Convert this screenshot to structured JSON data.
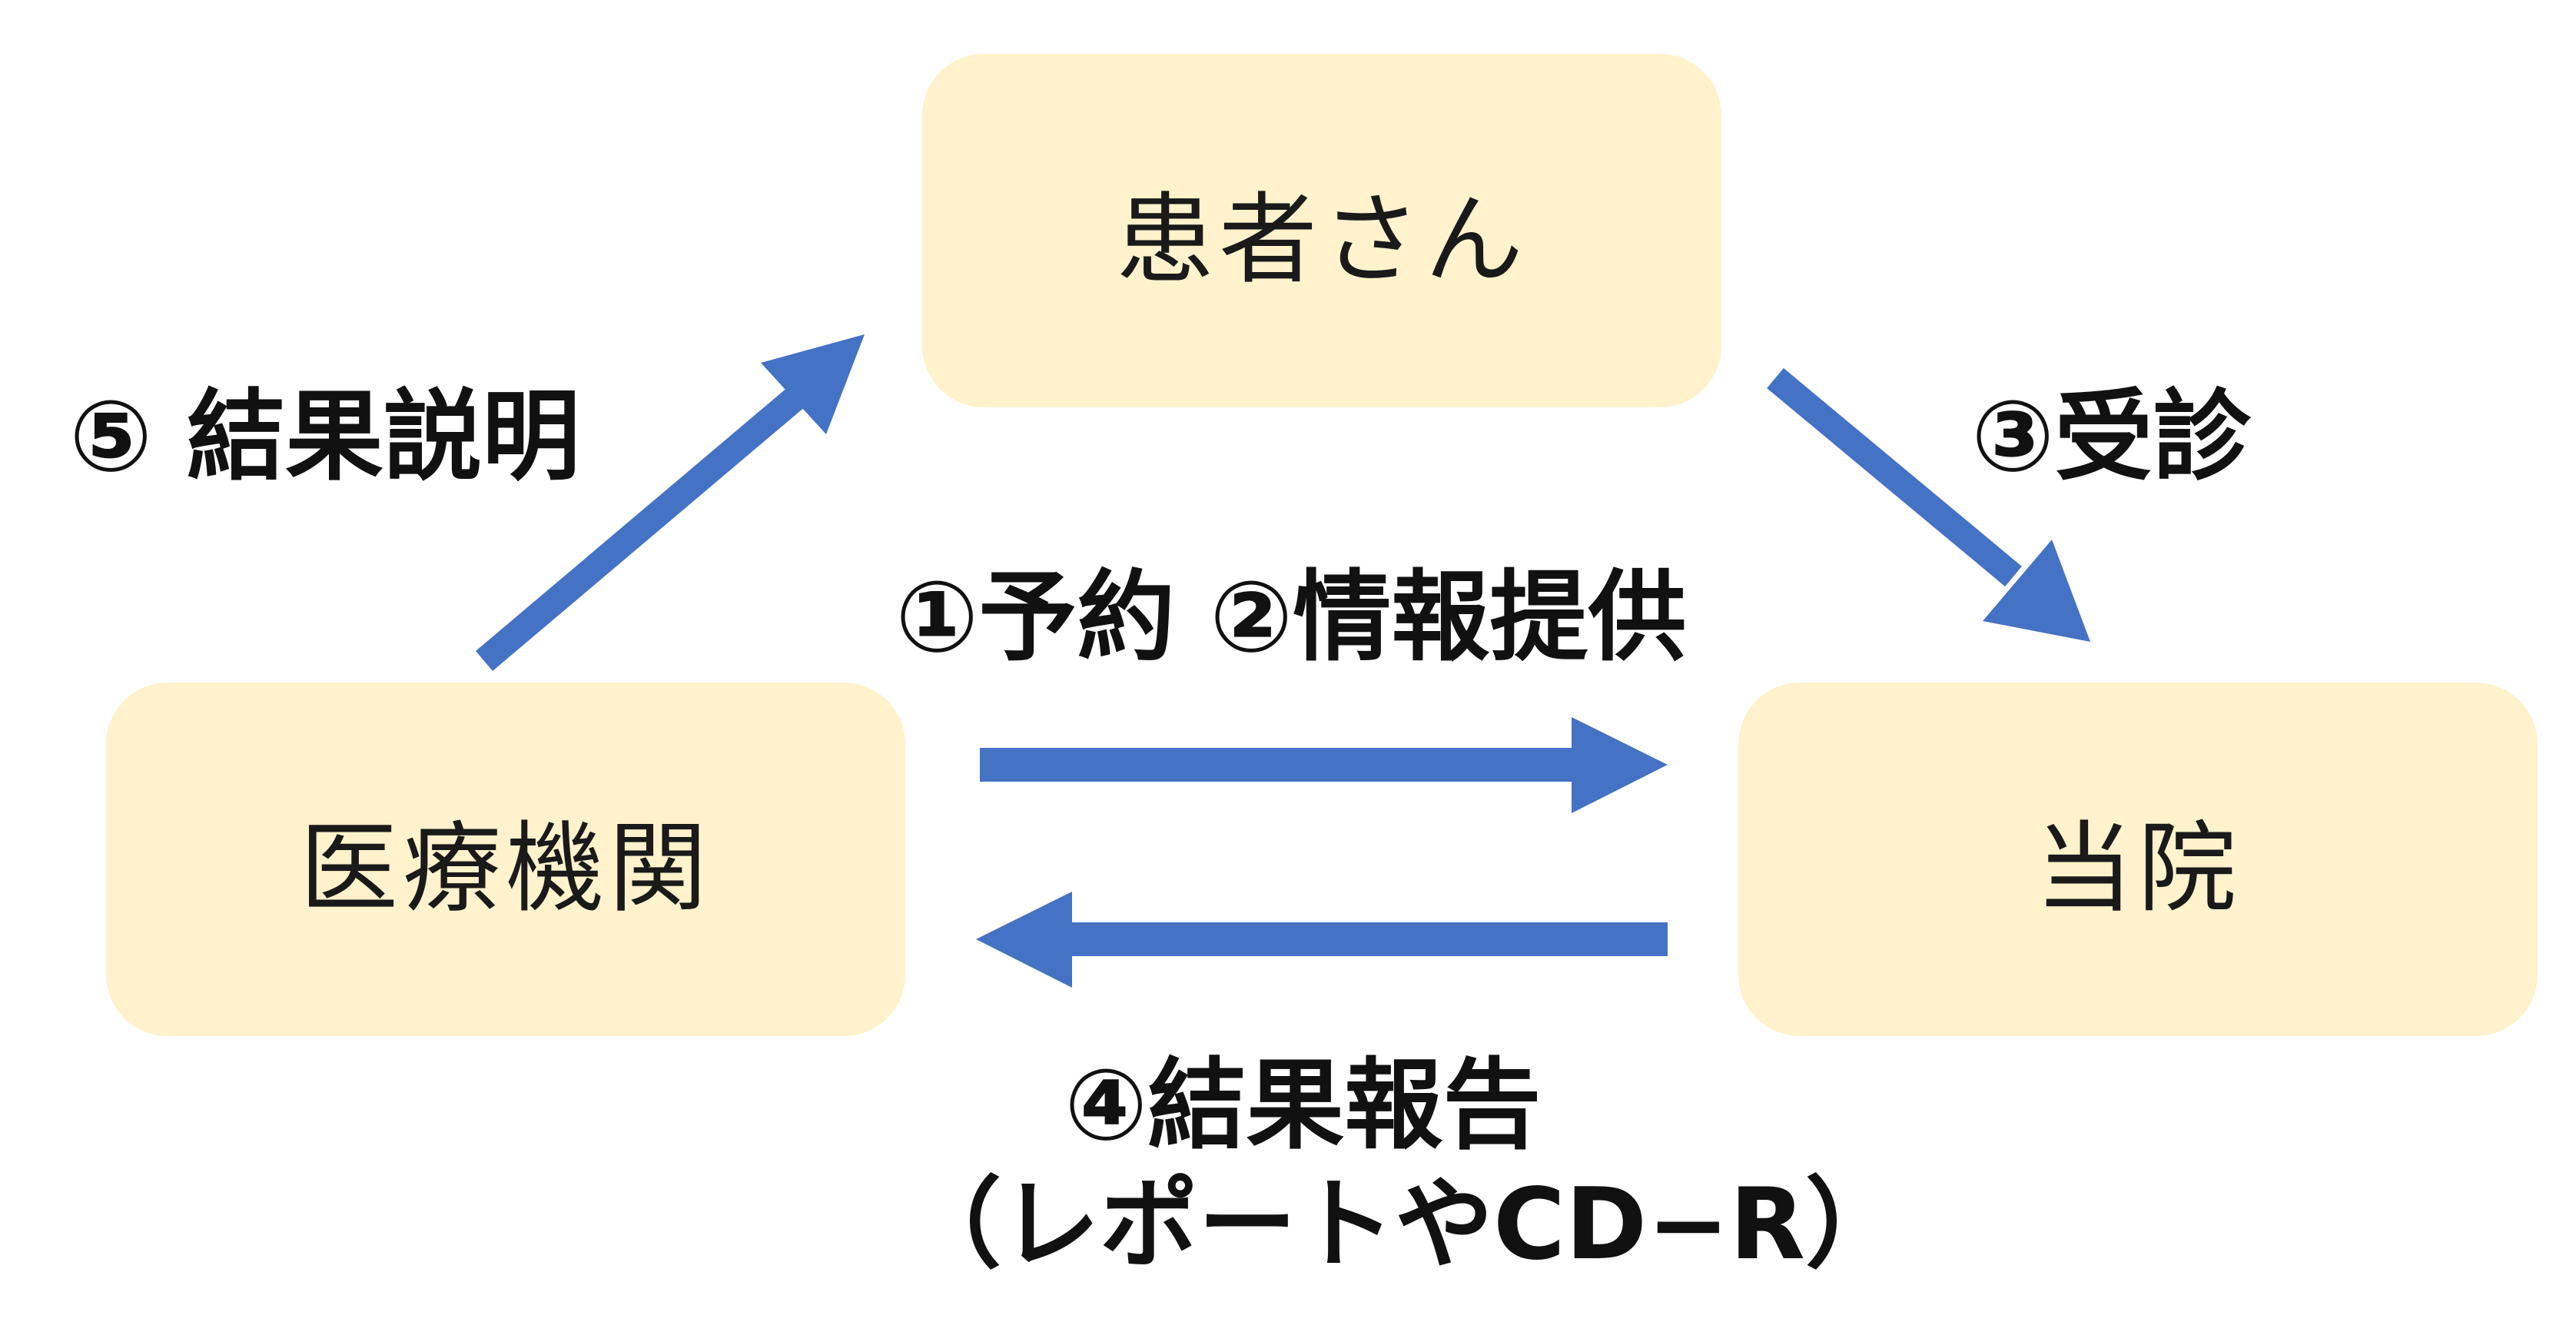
{
  "nodes": {
    "patient": "患者さん",
    "clinic": "医療機関",
    "hospital": "当院"
  },
  "labels": {
    "step5": "⑤ 結果説明",
    "step3": "③受診",
    "step12": "①予約 ②情報提供",
    "step4_line1": "④結果報告",
    "step4_line2": "（レポートやCD−R）"
  },
  "colors": {
    "box_fill": "#fff2cc",
    "arrow": "#4472c4",
    "text": "#111111"
  },
  "edges": [
    {
      "from": "clinic",
      "to": "patient",
      "label": "⑤ 結果説明"
    },
    {
      "from": "patient",
      "to": "hospital",
      "label": "③受診"
    },
    {
      "from": "clinic",
      "to": "hospital",
      "label": "①予約 ②情報提供"
    },
    {
      "from": "hospital",
      "to": "clinic",
      "label": "④結果報告（レポートやCD−R）"
    }
  ]
}
